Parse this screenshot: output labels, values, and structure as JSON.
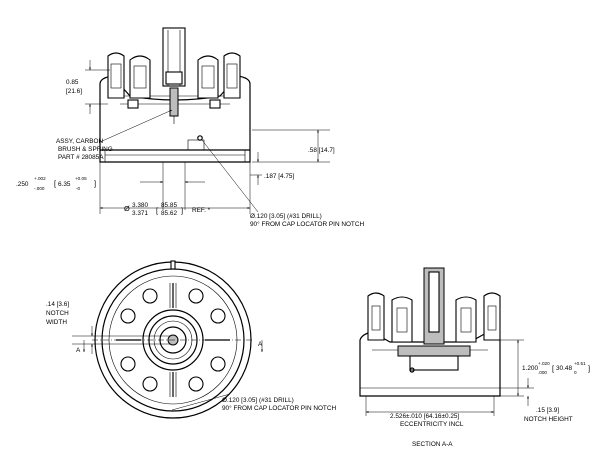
{
  "top_view": {
    "dim_85": "0.85",
    "dim_85_mm": "[21.6]",
    "assy_line1": "ASSY, CARBON",
    "assy_line2": "BRUSH & SPRING",
    "assy_line3": "PART # 28085A",
    "dim_58": ".58 [14.7]",
    "dim_187": ".187 [4.75]",
    "dim_250_main": ".250",
    "dim_250_plus": "+.002",
    "dim_250_minus": "-.000",
    "dim_635_main": "6.35",
    "dim_635_plus": "+0.05",
    "dim_635_minus": "-0",
    "dia_prefix": "Ø",
    "dia_upper": "3.380",
    "dia_lower": "3.371",
    "dia_mm_upper": "85.85",
    "dia_mm_lower": "85.62",
    "ref_label": "REF. *",
    "hole_line1": "Ø.120 [3.05] (#31 DRILL)",
    "hole_line2": "90° FROM CAP LOCATOR PIN NOTCH"
  },
  "bottom_view": {
    "notch_w1": ".14 [3.6]",
    "notch_w2": "NOTCH",
    "notch_w3": "WIDTH",
    "section_left": "A",
    "section_right": "A",
    "hole_line1": "Ø.120 [3.05] (#31 DRILL)",
    "hole_line2": "90° FROM CAP LOCATOR PIN NOTCH"
  },
  "section_view": {
    "dim_height_main": "1.200",
    "dim_height_plus": "+.020",
    "dim_height_minus": ".000",
    "dim_height_mm": "30.48",
    "dim_height_mm_plus": "+0.51",
    "dim_height_mm_minus": "0",
    "dim_width": "2.526±.010 [64.16±0.25]",
    "ecc": "ECCENTRICITY INCL",
    "notch_h1": ".15 [3.9]",
    "notch_h2": "NOTCH HEIGHT",
    "caption": "SECTION A-A"
  }
}
